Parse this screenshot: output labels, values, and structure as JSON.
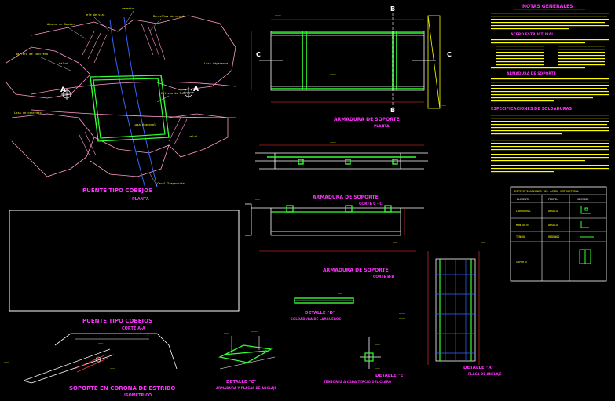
{
  "colors": {
    "background": "#000000",
    "magenta": "#ff33ff",
    "yellow": "#ffff00",
    "green": "#33ff33",
    "cyan": "#33ccff",
    "red": "#ff3333",
    "white": "#ffffff",
    "pink": "#ff99cc",
    "blue": "#3366ff"
  },
  "plan": {
    "title": "PUENTE TIPO COBEJOS",
    "subtitle": "PLANTA",
    "section_mark_left": "A",
    "section_mark_right": "A",
    "labels": {
      "eje_vial": "eje de vial",
      "cemento": "cemento",
      "bancellos": "Bancellos de cesed",
      "almena": "Almena de Gabion",
      "barrera": "Barrera de concreto",
      "talud": "talud",
      "relleno": "Relleno de Tierra",
      "losa_diagonal": "Losa diagonal",
      "losa": "Losa de concreto",
      "losa_a": "Losa Adyacente",
      "talud_b": "talud",
      "canal": "Canal Trapezoidal"
    }
  },
  "section_a": {
    "title": "PUENTE TIPO COBEJOS",
    "subtitle": "CORTE A-A"
  },
  "crown": {
    "title": "SOPORTE EN CORONA DE ESTRIBO",
    "subtitle": "ISOMETRICO"
  },
  "armadura_planta": {
    "title": "ARMADURA DE SOPORTE",
    "subtitle": "PLANTA",
    "mark_b_top": "B",
    "mark_b_bottom": "B",
    "mark_c_left": "C",
    "mark_c_right": "C"
  },
  "armadura_cc": {
    "title": "ARMADURA DE SOPORTE",
    "subtitle": "CORTE C - C"
  },
  "armadura_bb": {
    "title": "ARMADURA DE SOPORTE",
    "subtitle": "CORTE B-B"
  },
  "detalles": {
    "d": {
      "title": "DETALLE \"D\"",
      "subtitle": "SOLDADURA DE LARGUEROS"
    },
    "c": {
      "title": "DETALLE \"C\"",
      "subtitle": "ARMADURA Y PLACAS DE ANCLAJE"
    },
    "e": {
      "title": "DETALLE \"E\"",
      "subtitle": "TENSORES A CADA TERCIO DEL CLARO"
    },
    "a": {
      "title": "DETALLE \"A\"",
      "subtitle": "PLACA DE ANCLAJE"
    }
  },
  "notas": {
    "title": "NOTAS GENERALES",
    "acero_title": "ACERO ESTRUCTURAL",
    "armadura_title": "ARMADURA DE SOPORTE",
    "specs_title": "ESPECIFICACIONES DE SOLDADURAS"
  },
  "table": {
    "title": "ESPECIFICACIONES DEL ACERO ESTRUCTURAL",
    "headers": [
      "ELEMENTO",
      "PERFIL",
      "SECCION"
    ],
    "rows": [
      {
        "elemento": "LARGUEROS",
        "perfil": "ANGULO"
      },
      {
        "elemento": "MONTANTE",
        "perfil": "ANGULO"
      },
      {
        "elemento": "TENSOR",
        "perfil": "REDONDO"
      },
      {
        "elemento": "SOPORTE",
        "perfil": ""
      }
    ]
  }
}
